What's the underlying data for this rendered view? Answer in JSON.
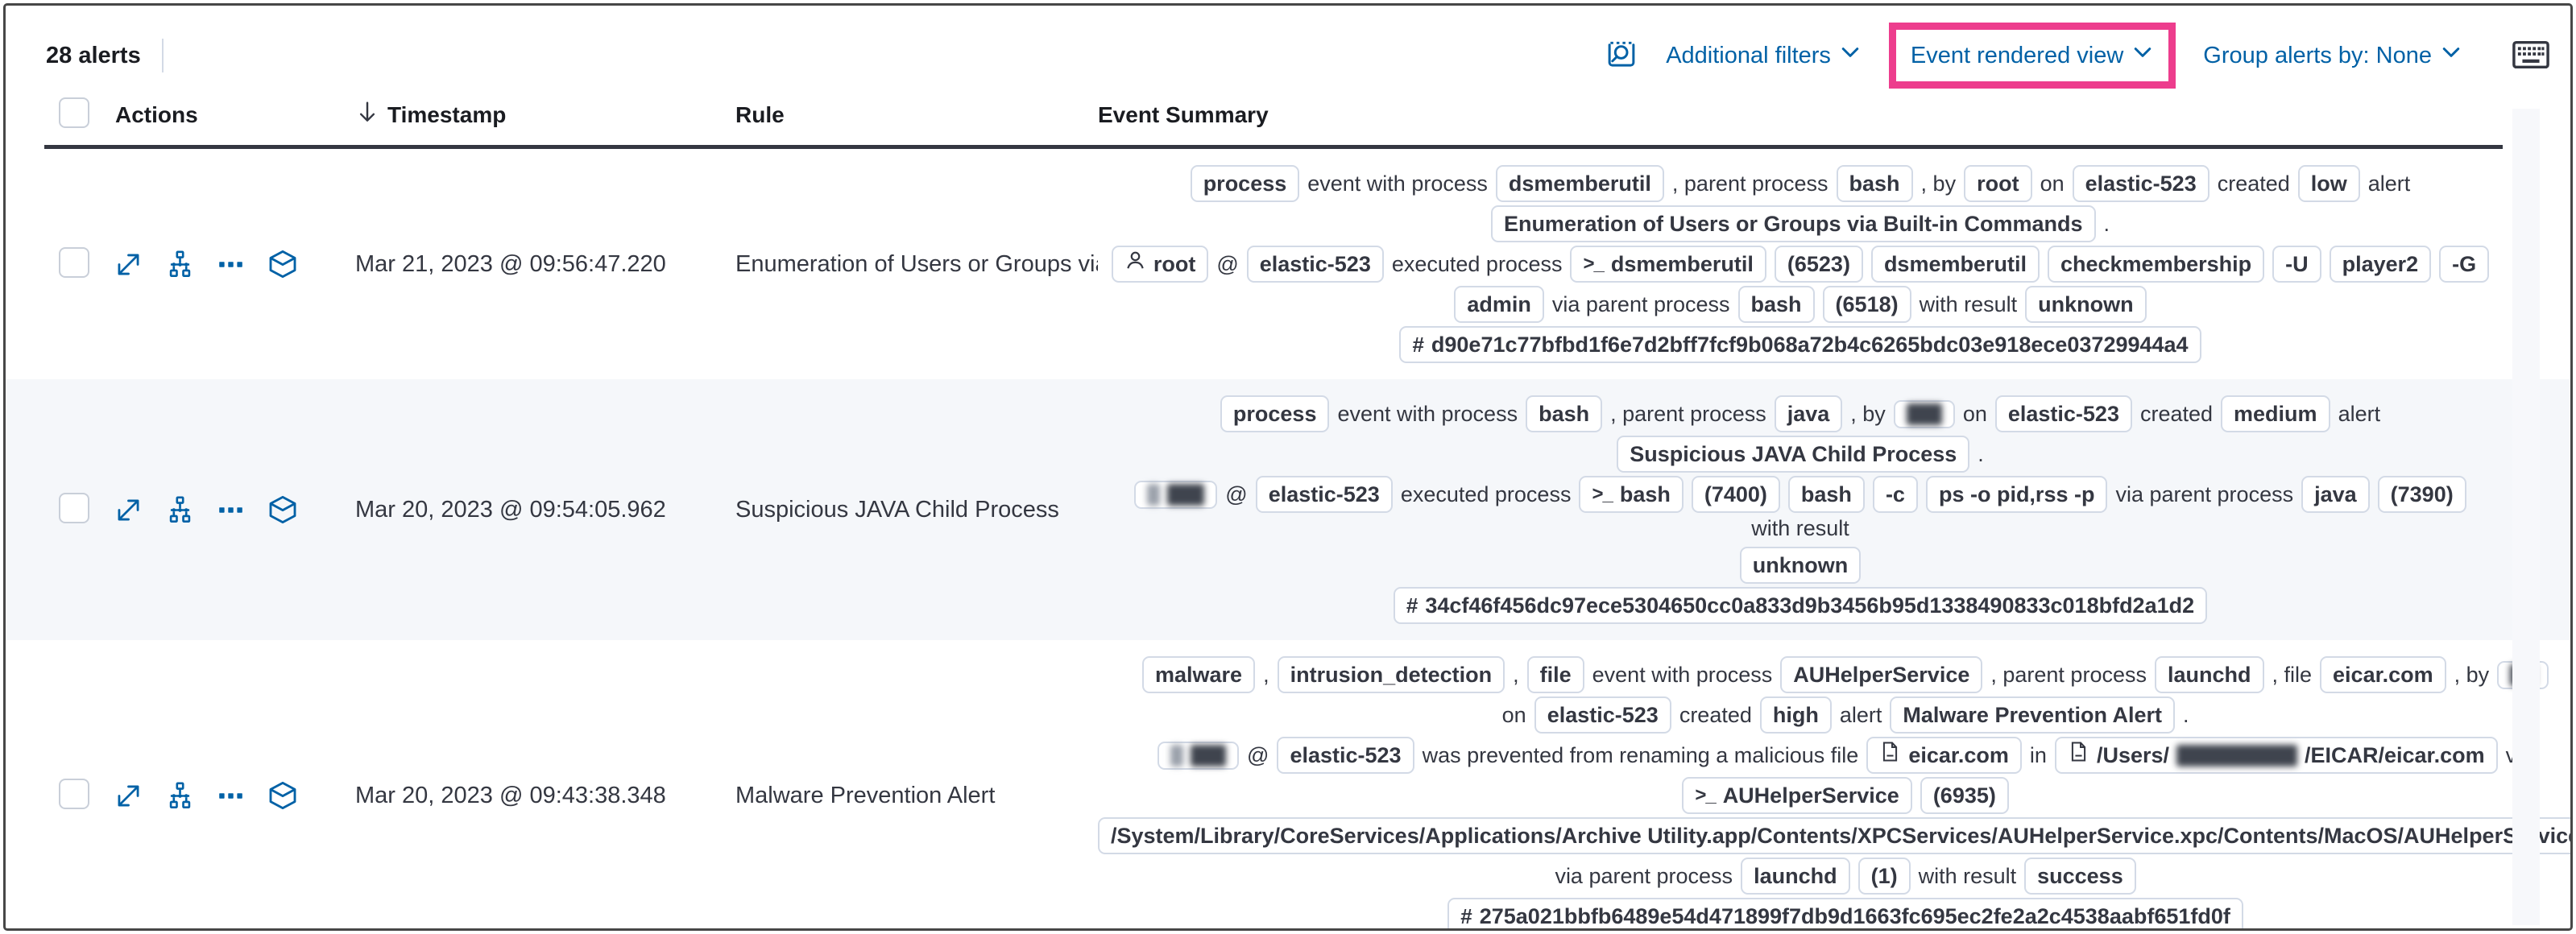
{
  "toolbar": {
    "alert_count": "28 alerts",
    "additional_filters": "Additional filters",
    "view_selector": "Event rendered view",
    "group_alerts_by": "Group alerts by: None"
  },
  "header": {
    "actions": "Actions",
    "timestamp": "Timestamp",
    "rule": "Rule",
    "event_summary": "Event Summary"
  },
  "icons": {
    "inspect": "inspect-icon",
    "keyboard": "keyboard-icon",
    "sort_descending": "arrow-down-icon",
    "expand": "expand-icon",
    "analyzer": "process-tree-icon",
    "more_actions": "more-actions-icon",
    "session_view": "session-viewer-icon",
    "user_glyph": "user-icon",
    "terminal_glyph": ">_",
    "file_glyph": "document-icon",
    "hash_glyph": "#"
  },
  "colors": {
    "accent_blue": "#0061a6",
    "highlight_pink": "#ed3d8d",
    "row_stripe": "#f5f7fa",
    "badge_border": "#d3dae6",
    "text_dark": "#343741",
    "header_line": "#343741"
  },
  "alerts": [
    {
      "timestamp": "Mar 21, 2023 @ 09:56:47.220",
      "rule": "Enumeration of Users or Groups via Bui",
      "summary": [
        [
          {
            "b": 1,
            "v": "process"
          },
          {
            "v": "event with process"
          },
          {
            "b": 1,
            "v": "dsmemberutil"
          },
          {
            "v": ", parent process"
          },
          {
            "b": 1,
            "v": "bash"
          },
          {
            "v": ", by"
          },
          {
            "b": 1,
            "v": "root"
          },
          {
            "v": "on"
          },
          {
            "b": 1,
            "v": "elastic-523"
          },
          {
            "v": "created"
          },
          {
            "b": 1,
            "v": "low"
          },
          {
            "v": "alert"
          }
        ],
        [
          {
            "b": 1,
            "v": "Enumeration of Users or Groups via Built-in Commands"
          },
          {
            "v": "."
          }
        ],
        [
          {
            "b": 1,
            "icon": "user",
            "v": "root"
          },
          {
            "v": "@"
          },
          {
            "b": 1,
            "v": "elastic-523"
          },
          {
            "v": "executed process"
          },
          {
            "b": 1,
            "icon": "terminal",
            "v": "dsmemberutil"
          },
          {
            "b": 1,
            "v": "(6523)"
          },
          {
            "b": 1,
            "v": "dsmemberutil"
          },
          {
            "b": 1,
            "v": "checkmembership"
          },
          {
            "b": 1,
            "v": "-U"
          },
          {
            "b": 1,
            "v": "player2"
          },
          {
            "b": 1,
            "v": "-G"
          }
        ],
        [
          {
            "b": 1,
            "v": "admin"
          },
          {
            "v": "via parent process"
          },
          {
            "b": 1,
            "v": "bash"
          },
          {
            "b": 1,
            "v": "(6518)"
          },
          {
            "v": "with result"
          },
          {
            "b": 1,
            "v": "unknown"
          }
        ],
        [
          {
            "b": 1,
            "icon": "hash",
            "v": "d90e71c77bfbd1f6e7d2bff7fcf9b068a72b4c6265bdc03e918ece03729944a4"
          }
        ]
      ]
    },
    {
      "timestamp": "Mar 20, 2023 @ 09:54:05.962",
      "rule": "Suspicious JAVA Child Process",
      "summary": [
        [
          {
            "b": 1,
            "v": "process"
          },
          {
            "v": "event with process"
          },
          {
            "b": 1,
            "v": "bash"
          },
          {
            "v": ", parent process"
          },
          {
            "b": 1,
            "v": "java"
          },
          {
            "v": ", by"
          },
          {
            "b": 1,
            "red": 1,
            "w": 44
          },
          {
            "v": "on"
          },
          {
            "b": 1,
            "v": "elastic-523"
          },
          {
            "v": "created"
          },
          {
            "b": 1,
            "v": "medium"
          },
          {
            "v": "alert"
          }
        ],
        [
          {
            "b": 1,
            "v": "Suspicious JAVA Child Process"
          },
          {
            "v": "."
          }
        ],
        [
          {
            "b": 1,
            "red": 2,
            "w": 46
          },
          {
            "v": "@"
          },
          {
            "b": 1,
            "v": "elastic-523"
          },
          {
            "v": "executed process"
          },
          {
            "b": 1,
            "icon": "terminal",
            "v": "bash"
          },
          {
            "b": 1,
            "v": "(7400)"
          },
          {
            "b": 1,
            "v": "bash"
          },
          {
            "b": 1,
            "v": "-c"
          },
          {
            "b": 1,
            "v": "ps -o pid,rss -p"
          },
          {
            "v": "via parent process"
          },
          {
            "b": 1,
            "v": "java"
          },
          {
            "b": 1,
            "v": "(7390)"
          },
          {
            "v": "with result"
          }
        ],
        [
          {
            "b": 1,
            "v": "unknown"
          }
        ],
        [
          {
            "b": 1,
            "icon": "hash",
            "v": "34cf46f456dc97ece5304650cc0a833d9b3456b95d1338490833c018bfd2a1d2"
          }
        ]
      ]
    },
    {
      "timestamp": "Mar 20, 2023 @ 09:43:38.348",
      "rule": "Malware Prevention Alert",
      "summary": [
        [
          {
            "b": 1,
            "v": "malware"
          },
          {
            "v": ","
          },
          {
            "b": 1,
            "v": "intrusion_detection"
          },
          {
            "v": ","
          },
          {
            "b": 1,
            "v": "file"
          },
          {
            "v": "event with process"
          },
          {
            "b": 1,
            "v": "AUHelperService"
          },
          {
            "v": ", parent process"
          },
          {
            "b": 1,
            "v": "launchd"
          },
          {
            "v": ", file"
          },
          {
            "b": 1,
            "v": "eicar.com"
          },
          {
            "v": ", by"
          },
          {
            "b": 1,
            "red": 1,
            "w": 32
          }
        ],
        [
          {
            "v": "on"
          },
          {
            "b": 1,
            "v": "elastic-523"
          },
          {
            "v": "created"
          },
          {
            "b": 1,
            "v": "high"
          },
          {
            "v": "alert"
          },
          {
            "b": 1,
            "v": "Malware Prevention Alert"
          },
          {
            "v": "."
          }
        ],
        [
          {
            "b": 1,
            "red": 2,
            "w": 44
          },
          {
            "v": "@"
          },
          {
            "b": 1,
            "v": "elastic-523"
          },
          {
            "v": "was prevented from renaming a malicious file"
          },
          {
            "b": 1,
            "icon": "file",
            "v": "eicar.com"
          },
          {
            "v": "in"
          },
          {
            "b": 1,
            "icon": "file",
            "parts": [
              {
                "v": "/Users/"
              },
              {
                "red": 1,
                "w": 150
              },
              {
                "v": "/EICAR/eicar.com"
              }
            ]
          },
          {
            "v": "via"
          }
        ],
        [
          {
            "b": 1,
            "icon": "terminal",
            "v": "AUHelperService"
          },
          {
            "b": 1,
            "v": "(6935)"
          }
        ],
        [
          {
            "b": 1,
            "v": "/System/Library/CoreServices/Applications/Archive Utility.app/Contents/XPCServices/AUHelperService.xpc/Contents/MacOS/AUHelperService"
          }
        ],
        [
          {
            "v": "via parent process"
          },
          {
            "b": 1,
            "v": "launchd"
          },
          {
            "b": 1,
            "v": "(1)"
          },
          {
            "v": "with result"
          },
          {
            "b": 1,
            "v": "success"
          }
        ],
        [
          {
            "b": 1,
            "icon": "hash",
            "v": "275a021bbfb6489e54d471899f7db9d1663fc695ec2fe2a2c4538aabf651fd0f"
          }
        ]
      ]
    }
  ]
}
